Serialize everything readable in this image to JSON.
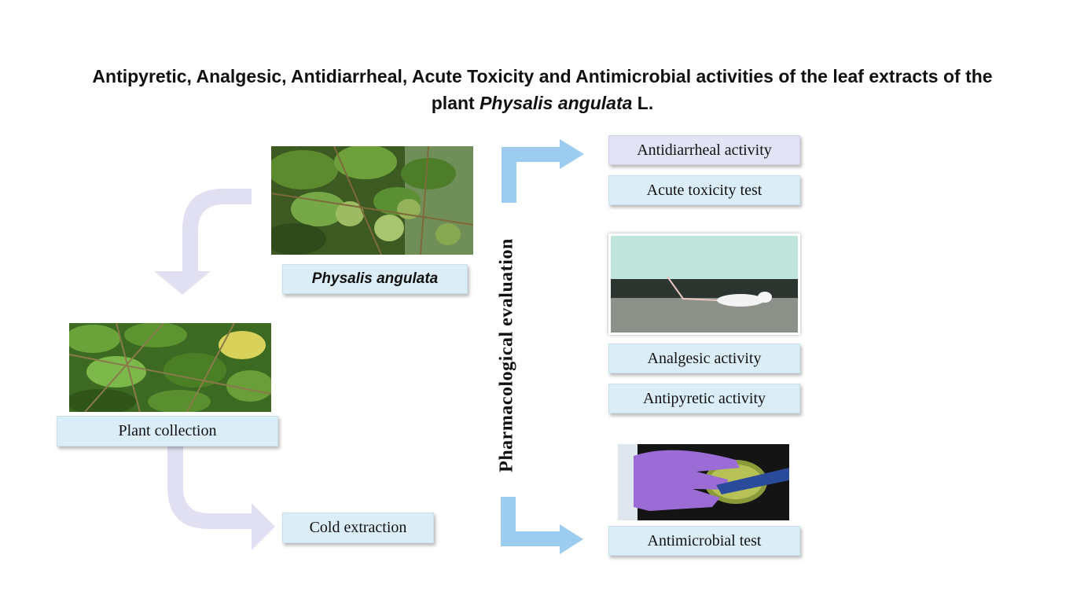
{
  "title": {
    "line1": "Antipyretic, Analgesic, Antidiarrheal, Acute Toxicity and Antimicrobial activities of the leaf extracts of the",
    "line2_prefix": "plant ",
    "line2_species": "Physalis angulata",
    "line2_suffix": " L."
  },
  "nodes": {
    "plant_species": "Physalis angulata",
    "plant_collection": "Plant collection",
    "cold_extraction": "Cold extraction",
    "pharmacological_evaluation": "Pharmacological evaluation",
    "antidiarrheal": "Antidiarrheal activity",
    "acute_toxicity": "Acute toxicity test",
    "analgesic": "Analgesic activity",
    "antipyretic": "Antipyretic activity",
    "antimicrobial": "Antimicrobial test"
  },
  "images": {
    "plant_close_up": "physalis-fruit-photo",
    "plant_field": "plant-field-photo",
    "mouse_test": "mouse-test-photo",
    "antimicrobial_plate": "agar-plate-photo"
  },
  "colors": {
    "box_fill": "#dbeef8",
    "box_fill_highlight": "#e3e3f6",
    "process_arrow": "#e0e0f2",
    "evaluation_arrow": "#9ccdf0"
  }
}
